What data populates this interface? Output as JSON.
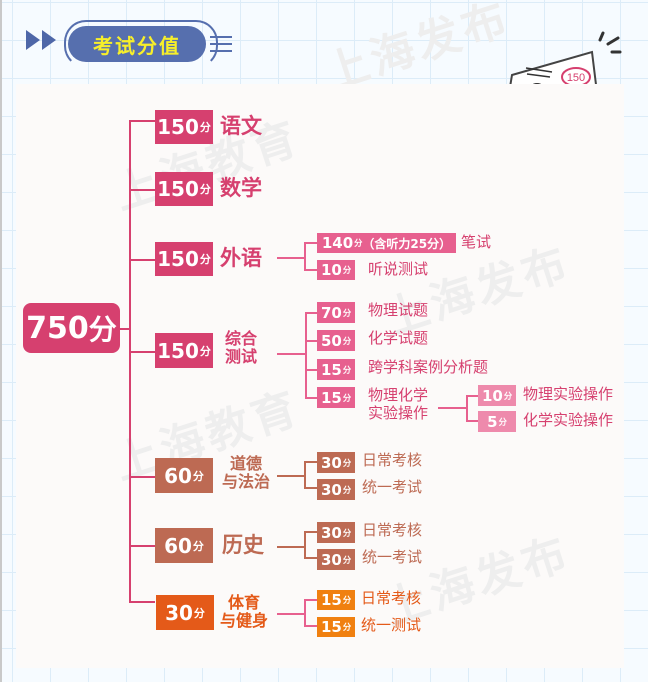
{
  "header": {
    "title": "考试分值",
    "watermark_text": "上海发布"
  },
  "colors": {
    "main_pink": "#d6406f",
    "sub_pink": "#e7608f",
    "light_pink": "#ee8aac",
    "brown": "#bd6a53",
    "orange": "#e45a19",
    "light_orange": "#f08010",
    "title_bg": "#566fae",
    "title_text": "#f7ef2a"
  },
  "illustration": {
    "badge": "150"
  },
  "watermarks": [
    "上海教育",
    "上海发布",
    "上海教育",
    "上海发布",
    "上海教育"
  ],
  "root": {
    "score": "750",
    "unit": "分"
  },
  "subjects": [
    {
      "score": "150",
      "unit": "分",
      "name": "语文"
    },
    {
      "score": "150",
      "unit": "分",
      "name": "数学"
    },
    {
      "score": "150",
      "unit": "分",
      "name": "外语",
      "children": [
        {
          "score": "140",
          "unit": "分",
          "note": "（含听力25分）",
          "name": "笔试"
        },
        {
          "score": "10",
          "unit": "分",
          "name": "听说测试"
        }
      ]
    },
    {
      "score": "150",
      "unit": "分",
      "name_line1": "综合",
      "name_line2": "测试",
      "children": [
        {
          "score": "70",
          "unit": "分",
          "name": "物理试题"
        },
        {
          "score": "50",
          "unit": "分",
          "name": "化学试题"
        },
        {
          "score": "15",
          "unit": "分",
          "name": "跨学科案例分析题"
        },
        {
          "score": "15",
          "unit": "分",
          "name_line1": "物理化学",
          "name_line2": "实验操作",
          "children": [
            {
              "score": "10",
              "unit": "分",
              "name": "物理实验操作"
            },
            {
              "score": "5",
              "unit": "分",
              "name": "化学实验操作"
            }
          ]
        }
      ]
    },
    {
      "score": "60",
      "unit": "分",
      "name_line1": "道德",
      "name_line2": "与法治",
      "children": [
        {
          "score": "30",
          "unit": "分",
          "name": "日常考核"
        },
        {
          "score": "30",
          "unit": "分",
          "name": "统一考试"
        }
      ]
    },
    {
      "score": "60",
      "unit": "分",
      "name": "历史",
      "children": [
        {
          "score": "30",
          "unit": "分",
          "name": "日常考核"
        },
        {
          "score": "30",
          "unit": "分",
          "name": "统一考试"
        }
      ]
    },
    {
      "score": "30",
      "unit": "分",
      "name_line1": "体育",
      "name_line2": "与健身",
      "children": [
        {
          "score": "15",
          "unit": "分",
          "name": "日常考核"
        },
        {
          "score": "15",
          "unit": "分",
          "name": "统一测试"
        }
      ]
    }
  ]
}
